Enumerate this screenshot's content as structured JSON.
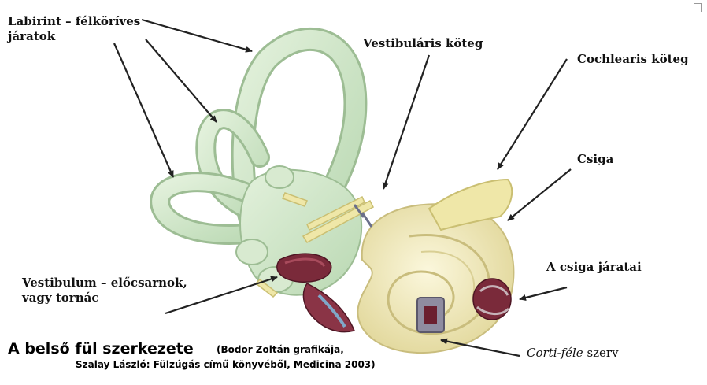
{
  "labels": {
    "labirint": "Labirint – félköríves járatok",
    "vestibularis": "Vestibuláris köteg",
    "cochlearis": "Cochlearis köteg",
    "csiga": "Csiga",
    "csiga_jaratai": "A csiga járatai",
    "vestibulum": "Vestibulum – előcsarnok, vagy tornác",
    "corti_italic": "Corti-féle",
    "corti_rest": " szerv"
  },
  "caption": {
    "title": "A belső fül szerkezete",
    "source_line1": "(Bodor Zoltán grafikája,",
    "source_line2": "Szalay László: Fülzúgás című könyvéből, Medicina 2003)"
  },
  "colors": {
    "labyrinth": "#cfe6c6",
    "labyrinth_stroke": "#9dbd94",
    "cochlea": "#efe8b8",
    "cochlea_stroke": "#c9bd7d",
    "canal_red": "#7a2a3a",
    "nerve": "#efe7a8",
    "arrow": "#222222"
  }
}
